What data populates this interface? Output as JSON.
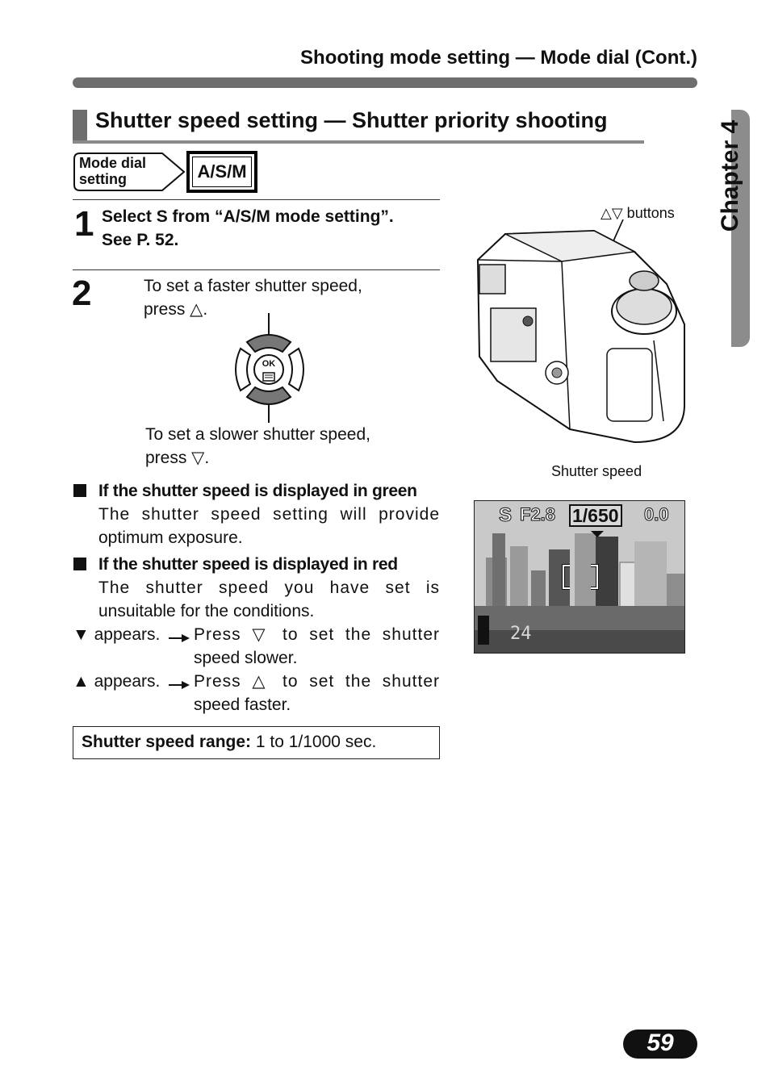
{
  "header": {
    "running_head": "Shooting mode setting — Mode dial (Cont.)",
    "section_title": "Shutter speed setting — Shutter priority shooting"
  },
  "mode": {
    "label_line1": "Mode dial",
    "label_line2": "setting",
    "value": "A/S/M"
  },
  "chapter_tab": "Chapter 4",
  "step1": {
    "number": "1",
    "text_line1": "Select S from “A/S/M mode setting”.",
    "text_line2": "See P. 52."
  },
  "step2": {
    "number": "2",
    "faster_line1": "To set a faster shutter speed,",
    "faster_line2": "press △.",
    "pad_label": "OK",
    "slower_line1": "To set a slower shutter speed,",
    "slower_line2": "press ▽."
  },
  "notes": {
    "green_heading": "If the shutter speed is displayed in green",
    "green_line1": "The shutter speed setting will provide",
    "green_line2": "optimum exposure.",
    "red_heading": "If the shutter speed is displayed in red",
    "red_line1": "The shutter speed you have set is",
    "red_line2": "unsuitable for the conditions.",
    "down_prefix": "▼ appears.",
    "down_line1": "Press ▽ to set the shutter",
    "down_line2": "speed slower.",
    "up_prefix": "▲ appears.",
    "up_line1": "Press △ to set the shutter",
    "up_line2": "speed faster."
  },
  "range": {
    "label": "Shutter speed range:",
    "value": " 1 to 1/1000  sec."
  },
  "figures": {
    "buttons_label": "△▽ buttons",
    "shutter_label": "Shutter speed",
    "lcd_mode": "S",
    "lcd_aperture": "F2.8",
    "lcd_shutter": "1/650",
    "lcd_ev": "0.0",
    "lcd_count": "24"
  },
  "page_number": "59"
}
